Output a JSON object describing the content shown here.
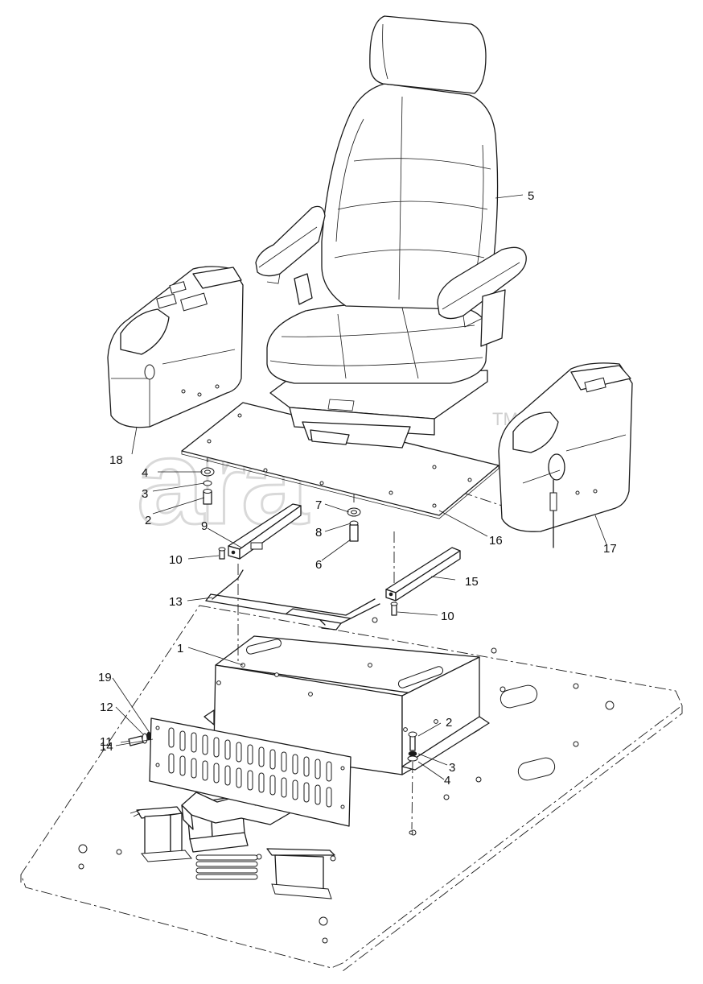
{
  "diagram": {
    "watermark": "ara",
    "watermark_mark": "TM",
    "callouts": {
      "c1": "1",
      "c2a": "2",
      "c2b": "2",
      "c3a": "3",
      "c3b": "3",
      "c4a": "4",
      "c4b": "4",
      "c5": "5",
      "c6": "6",
      "c7": "7",
      "c8": "8",
      "c9": "9",
      "c10a": "10",
      "c10b": "10",
      "c11": "11",
      "c12": "12",
      "c13": "13",
      "c14": "14",
      "c15": "15",
      "c16": "16",
      "c17": "17",
      "c18": "18",
      "c19": "19"
    }
  }
}
